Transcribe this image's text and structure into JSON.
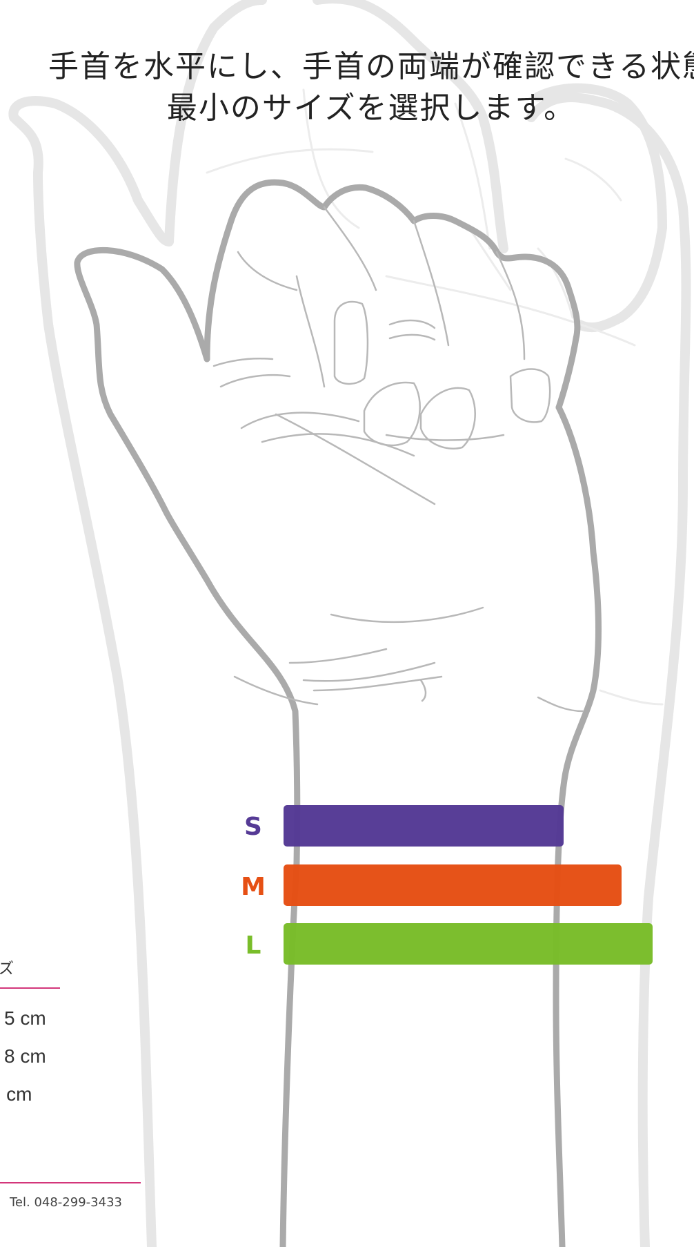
{
  "instruction": {
    "line1": "手首を水平にし、手首の両端が確認できる状態",
    "line2": "最小のサイズを選択します。"
  },
  "sizes": [
    {
      "label": "S",
      "color": "#553a95"
    },
    {
      "label": "M",
      "color": "#e65014"
    },
    {
      "label": "L",
      "color": "#79bd2a"
    }
  ],
  "size_table": {
    "header_fragment": "ズ",
    "rows": [
      "5 cm",
      "8 cm",
      ") cm"
    ]
  },
  "contact": {
    "tel": "Tel. 048-299-3433"
  },
  "colors": {
    "accent_rule": "#d3367a",
    "outline_light": "#e6e6e6",
    "outline_dark": "#aaaaaa",
    "detail_line": "#b8b8b8"
  }
}
